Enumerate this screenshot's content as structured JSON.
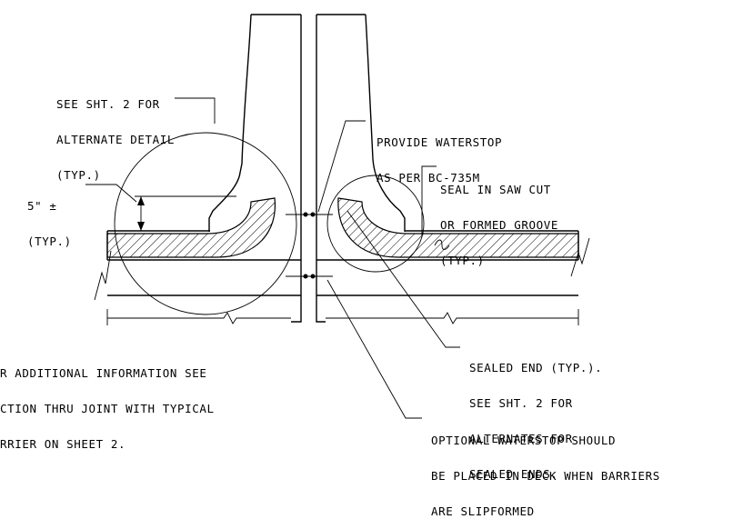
{
  "notes": {
    "alternate_detail": [
      "SEE SHT. 2 FOR",
      "ALTERNATE DETAIL",
      "(TYP.)"
    ],
    "dimension": [
      "5\" ±",
      "(TYP.)"
    ],
    "waterstop": [
      "PROVIDE WATERSTOP",
      "AS PER BC-735M"
    ],
    "seal": [
      "SEAL IN SAW CUT",
      "OR FORMED GROOVE",
      "(TYP.)"
    ],
    "additional_info": [
      "R ADDITIONAL INFORMATION SEE",
      "CTION THRU JOINT WITH TYPICAL",
      "RRIER ON SHEET 2."
    ],
    "sealed_end": [
      "SEALED END (TYP.).",
      "SEE SHT. 2 FOR",
      "ALTERNATES FOR",
      "SEALED ENDS."
    ],
    "optional_waterstop": [
      "OPTIONAL WATERSTOP SHOULD",
      "BE PLACED IN DECK WHEN BARRIERS",
      "ARE SLIPFORMED"
    ]
  }
}
